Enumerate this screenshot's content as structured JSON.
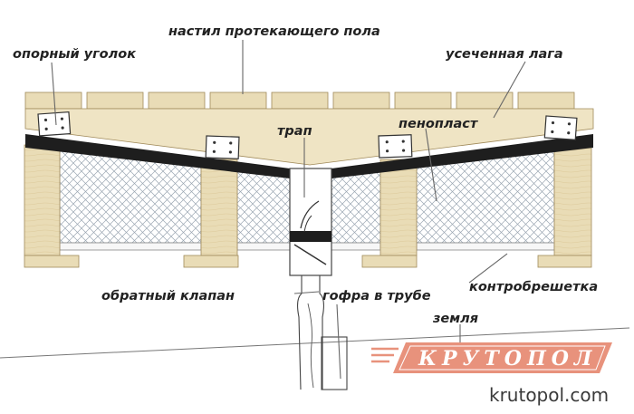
{
  "labels": {
    "floor_deck": "настил протекающего пола",
    "support_angle": "опорный уголок",
    "truncated_joist": "усеченная лага",
    "drain": "трап",
    "foam": "пенопласт",
    "check_valve": "обратный клапан",
    "corrugation": "гофра в трубе",
    "counter_batten": "контробрешетка",
    "ground": "земля"
  },
  "brand": {
    "logo_text": "КРУТОПОЛ",
    "site": "krutopol.com"
  },
  "colors": {
    "wood": "#e9dcb6",
    "wood_stroke": "#a08a5a",
    "membrane": "#1e1e1e",
    "foam_mesh": "#9aa6b2",
    "logo_red": "#e8927c",
    "leader": "#666666"
  }
}
